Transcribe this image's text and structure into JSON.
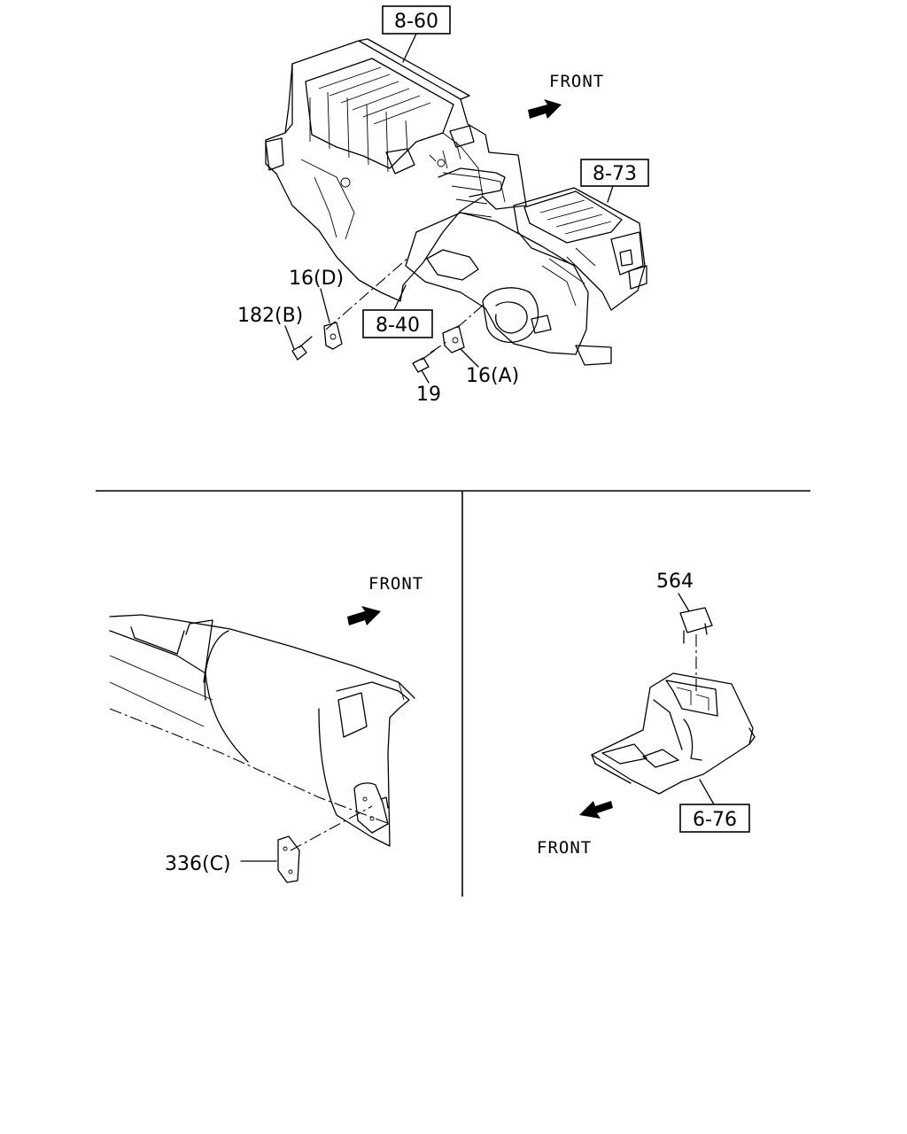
{
  "callouts": {
    "ref_860": "8-60",
    "ref_873": "8-73",
    "ref_840": "8-40",
    "ref_676": "6-76",
    "part_16d": "16(D)",
    "part_182b": "182(B)",
    "part_19": "19",
    "part_16a": "16(A)",
    "part_336c": "336(C)",
    "part_564": "564"
  },
  "direction": {
    "top": "FRONT",
    "bottom_left": "FRONT",
    "bottom_right": "FRONT"
  }
}
